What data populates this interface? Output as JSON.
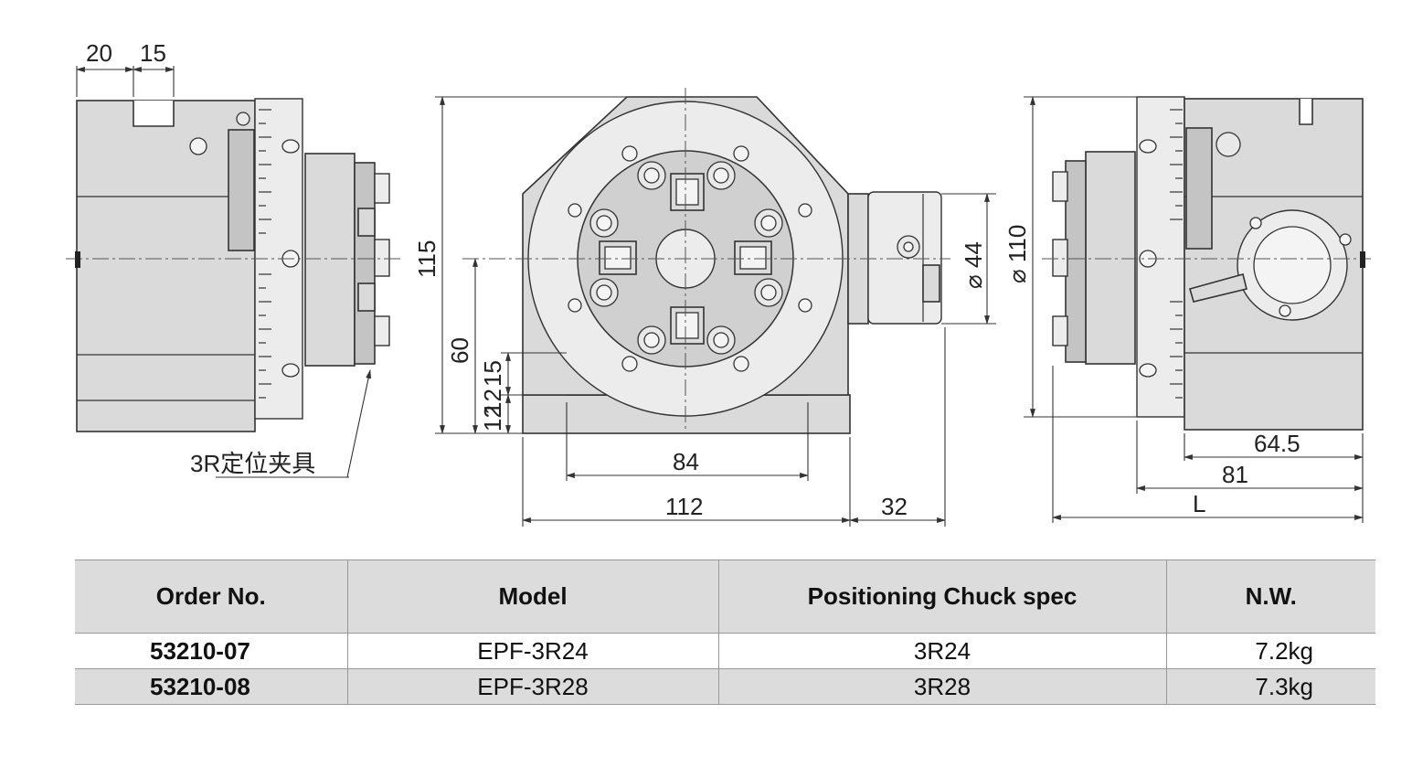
{
  "drawing": {
    "dimensions": {
      "d20": "20",
      "d15_top": "15",
      "d115": "115",
      "d60": "60",
      "d15_side": "15",
      "d12a": "12",
      "d12b": "12",
      "d84": "84",
      "d112": "112",
      "d32": "32",
      "dia44": "⌀ 44",
      "dia110": "⌀ 110",
      "d64_5": "64.5",
      "d81": "81",
      "dL": "L"
    },
    "callout_label": "3R定位夹具"
  },
  "table": {
    "headers": [
      "Order No.",
      "Model",
      "Positioning Chuck spec",
      "N.W."
    ],
    "rows": [
      {
        "order_no": "53210-07",
        "model": "EPF-3R24",
        "chuck_spec": "3R24",
        "nw": "7.2kg"
      },
      {
        "order_no": "53210-08",
        "model": "EPF-3R28",
        "chuck_spec": "3R28",
        "nw": "7.3kg"
      }
    ]
  }
}
